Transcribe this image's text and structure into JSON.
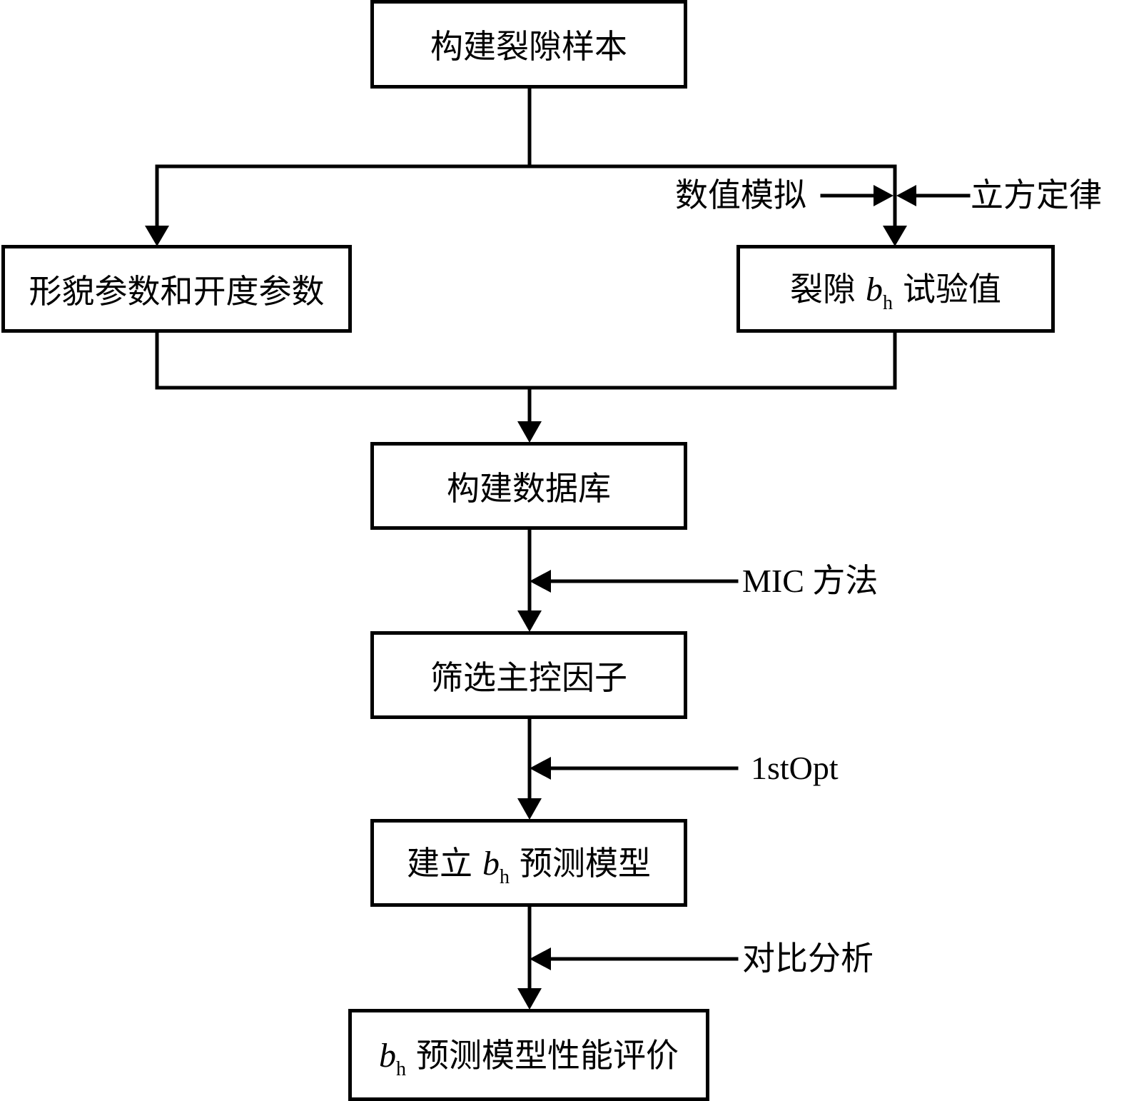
{
  "nodes": {
    "build_sample": "构建裂隙样本",
    "morph_params": "形貌参数和开度参数",
    "fracture_bh": {
      "prefix": "裂隙",
      "symbol": "b",
      "subscript": "h",
      "suffix": "试验值"
    },
    "build_db": "构建数据库",
    "screen_factors": "筛选主控因子",
    "build_model": {
      "prefix": "建立",
      "symbol": "b",
      "subscript": "h",
      "suffix": "预测模型"
    },
    "evaluate": {
      "symbol": "b",
      "subscript": "h",
      "suffix": "预测模型性能评价"
    }
  },
  "side_labels": {
    "numeric_sim": "数值模拟",
    "cubic_law": "立方定律",
    "mic": "MIC 方法",
    "opt": "1stOpt",
    "compare": "对比分析"
  },
  "colors": {
    "stroke": "#000000",
    "fill": "#ffffff"
  }
}
